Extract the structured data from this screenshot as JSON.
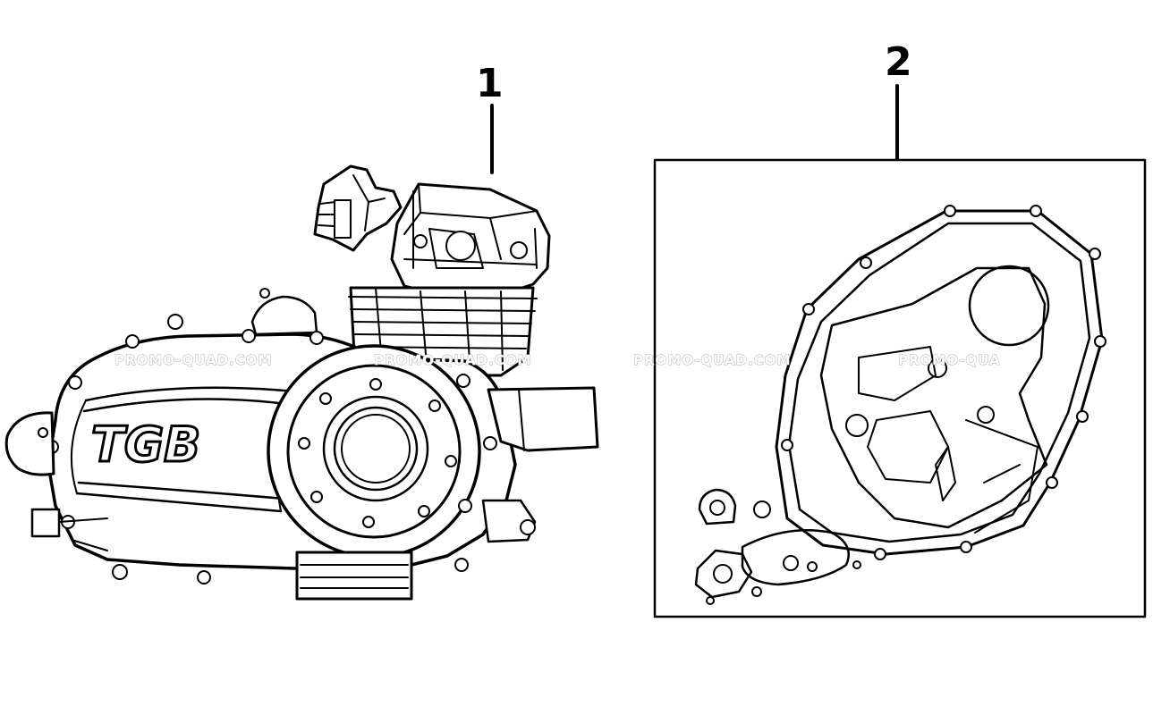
{
  "diagram": {
    "callouts": [
      {
        "label": "1"
      },
      {
        "label": "2"
      }
    ],
    "engine_logo": "TGB",
    "watermark": "PROMO-QUAD.COM",
    "watermark_cut": "PROMO-QUA",
    "colors": {
      "line": "#000000",
      "background": "#ffffff",
      "watermark": "#a8a8a8"
    }
  }
}
